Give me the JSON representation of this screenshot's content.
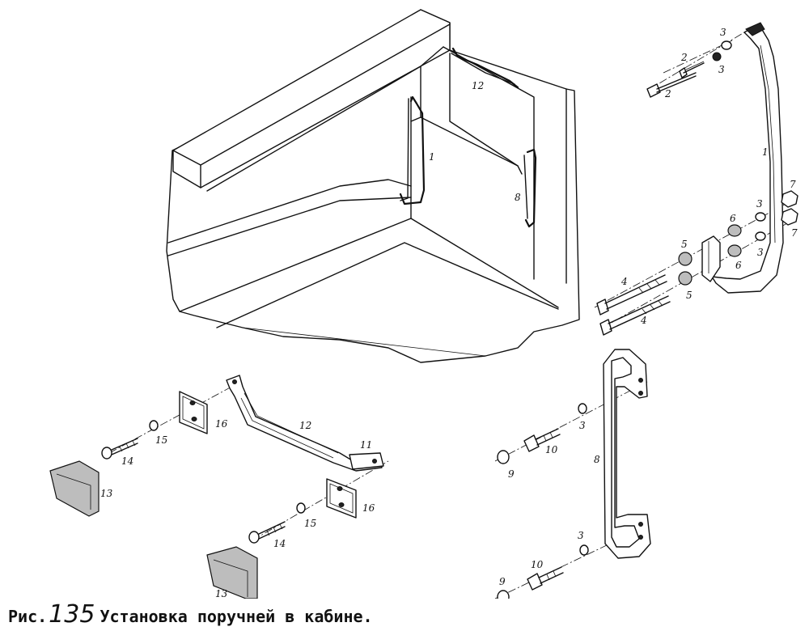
{
  "caption": {
    "prefix": "Рис.",
    "number": "135",
    "title": "Установка поручней в кабине."
  },
  "labels": {
    "cab_1": "1",
    "cab_8": "8",
    "cab_12": "12",
    "r_2a": "2",
    "r_2b": "2",
    "r_3a": "3",
    "r_3b": "3",
    "r_1": "1",
    "r_7a": "7",
    "r_7b": "7",
    "r_3c": "3",
    "r_3d": "3",
    "r_6a": "6",
    "r_6b": "6",
    "r_5a": "5",
    "r_5b": "5",
    "r_4a": "4",
    "r_4b": "4",
    "b_12": "12",
    "b_11": "11",
    "b_16a": "16",
    "b_16b": "16",
    "b_15a": "15",
    "b_15b": "15",
    "b_14a": "14",
    "b_14b": "14",
    "b_13a": "13",
    "b_13b": "13",
    "br_3a": "3",
    "br_3b": "3",
    "br_10a": "10",
    "br_10b": "10",
    "br_9a": "9",
    "br_9b": "9",
    "br_8": "8"
  }
}
